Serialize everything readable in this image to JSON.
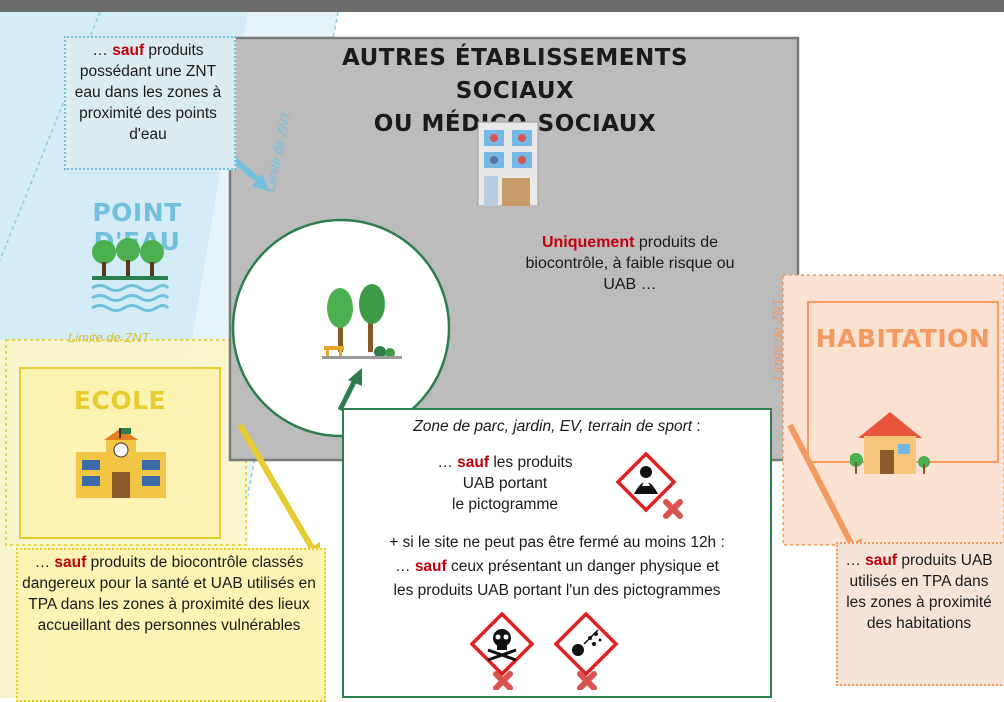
{
  "water_note": {
    "prefix": "… ",
    "sauf": "sauf",
    "text": " produits possédant une ZNT eau dans les zones à proximité des points d'eau"
  },
  "znt_label_water": "Limite de ZNT",
  "znt_label_school": "Limite de ZNT",
  "znt_label_house": "Limite de ZNT",
  "main_title_line1": "AUTRES ÉTABLISSEMENTS SOCIAUX",
  "main_title_line2": "OU MÉDICO-SOCIAUX",
  "water_title": "POINT D'EAU",
  "school_title": "ECOLE",
  "house_title": "HABITATION",
  "main_note": {
    "emph": "Uniquement",
    "text": " produits de biocontrôle, à faible risque ou UAB …"
  },
  "school_note": {
    "prefix": "… ",
    "sauf": "sauf",
    "text": " produits de biocontrôle classés dangereux pour la santé et UAB utilisés en TPA dans les zones à proximité des lieux accueillant des personnes vulnérables"
  },
  "house_note": {
    "prefix": "… ",
    "sauf": "sauf",
    "text": " produits UAB utilisés en TPA dans les zones à proximité des habitations"
  },
  "park_box": {
    "title": "Zone de parc, jardin, EV, terrain de sport",
    "colon": " :",
    "line1_prefix": "… ",
    "line1_sauf": "sauf",
    "line1_a": " les produits",
    "line1_b": "UAB portant",
    "line1_c": "le pictogramme",
    "line2": "+ si le site ne peut pas être fermé au moins 12h :",
    "line3_prefix": "… ",
    "line3_sauf": "sauf",
    "line3_text": " ceux présentant un danger physique et",
    "line4": "les produits UAB portant l'un des pictogrammes"
  },
  "icons": [
    "building-icon",
    "park-trees-icon",
    "water-trees-icon",
    "school-icon",
    "house-icon",
    "health-hazard-pictogram",
    "skull-pictogram",
    "explosive-pictogram",
    "cross-icon"
  ],
  "colors": {
    "water": "#72c0de",
    "school": "#e6cc2e",
    "house": "#f29a61",
    "park": "#2e7d4f",
    "red": "#c0000c",
    "grey": "#bcbcbc"
  }
}
